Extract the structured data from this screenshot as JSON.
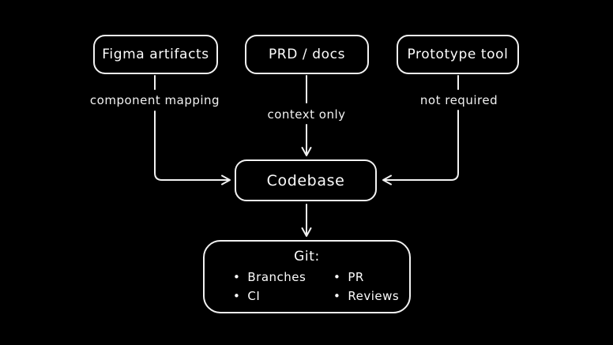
{
  "diagram": {
    "background_color": "#000000",
    "stroke_color": "#f2f2f2",
    "text_color": "#fdfdfd",
    "nodes": {
      "figma": {
        "label": "Figma artifacts"
      },
      "prd": {
        "label": "PRD / docs"
      },
      "prototype": {
        "label": "Prototype tool"
      },
      "codebase": {
        "label": "Codebase"
      },
      "git": {
        "title": "Git:",
        "bullets_left": [
          "Branches",
          "CI"
        ],
        "bullets_right": [
          "PR",
          "Reviews"
        ]
      }
    },
    "edge_labels": {
      "figma_to_codebase": "component mapping",
      "prd_to_codebase": "context only",
      "prototype_to_codebase": "not required"
    }
  }
}
